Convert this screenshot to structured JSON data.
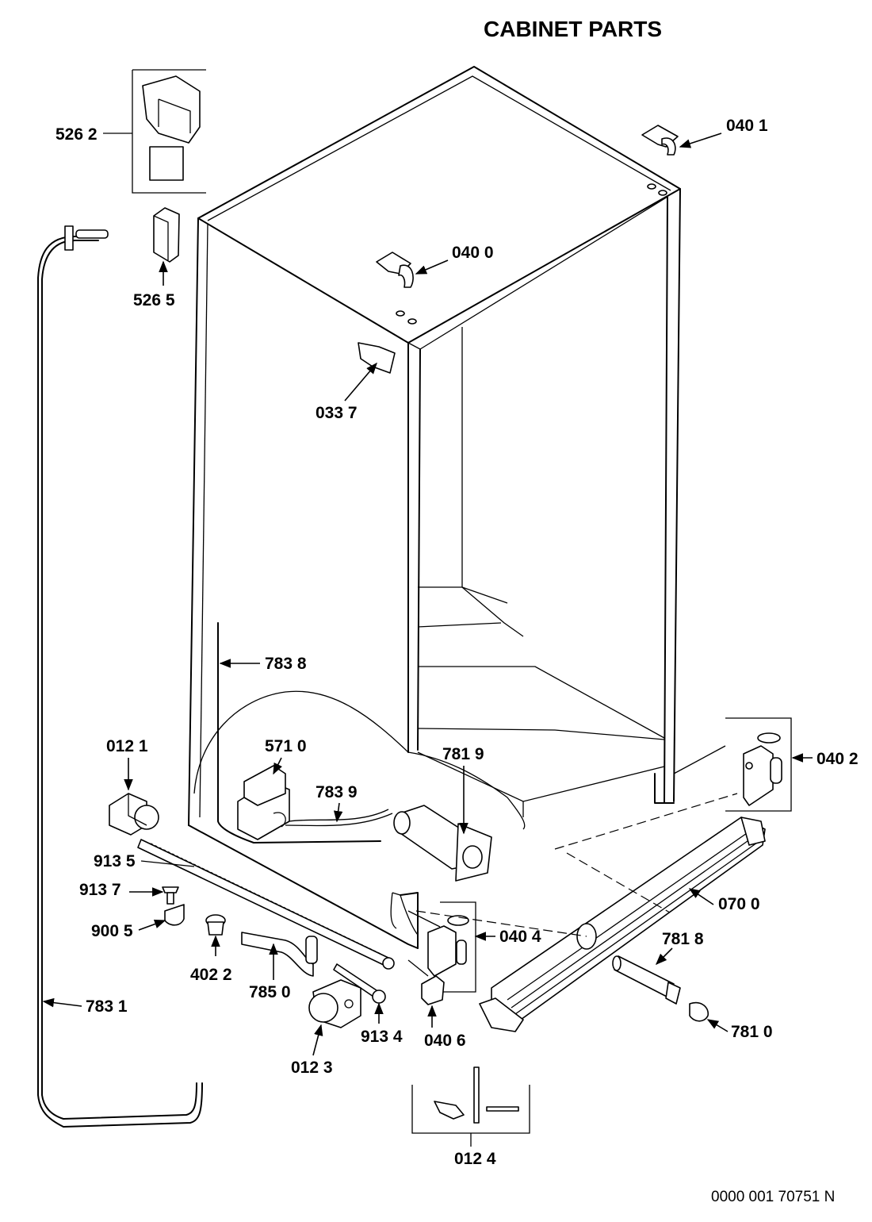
{
  "title": "CABINET PARTS",
  "doc_id": "0000 001 70751 N",
  "labels": {
    "p5262": "526 2",
    "p5265": "526 5",
    "p0401": "040 1",
    "p0400": "040 0",
    "p0337": "033 7",
    "p7838": "783 8",
    "p0121": "012 1",
    "p5710": "571 0",
    "p7839": "783 9",
    "p7819": "781 9",
    "p0402": "040 2",
    "p9135": "913 5",
    "p9137": "913 7",
    "p9005": "900 5",
    "p4022": "402 2",
    "p7850": "785 0",
    "p0123": "012 3",
    "p9134": "913 4",
    "p0406": "040 6",
    "p0404": "040 4",
    "p0700": "070 0",
    "p7818": "781 8",
    "p7810": "781 0",
    "p7831": "783 1",
    "p0124": "012 4"
  }
}
